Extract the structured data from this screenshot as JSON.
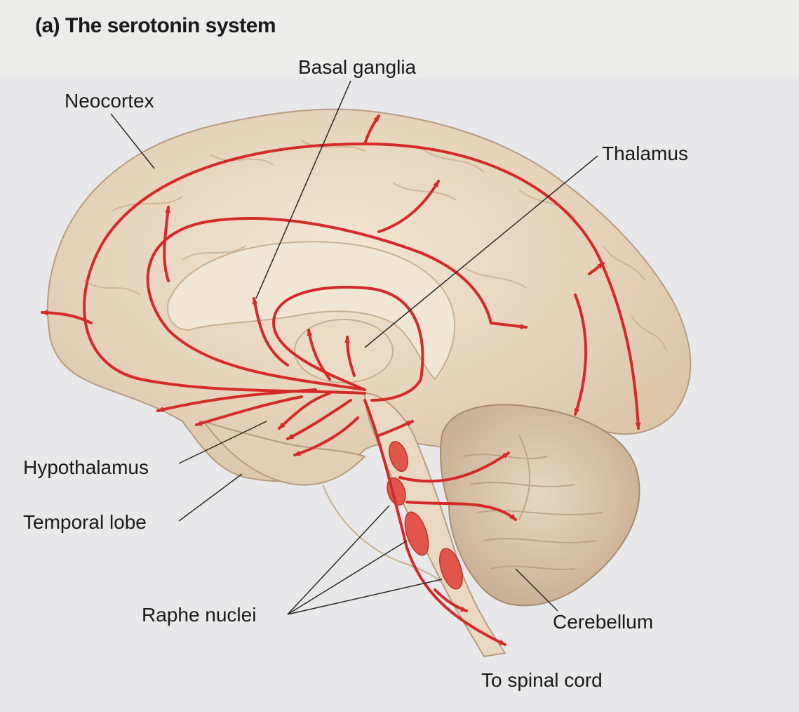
{
  "title": "(a) The serotonin system",
  "labels": {
    "basal_ganglia": "Basal ganglia",
    "neocortex": "Neocortex",
    "thalamus": "Thalamus",
    "hypothalamus": "Hypothalamus",
    "temporal_lobe": "Temporal lobe",
    "raphe_nuclei": "Raphe nuclei",
    "cerebellum": "Cerebellum",
    "to_spinal_cord": "To spinal cord"
  },
  "colors": {
    "pathway": "#d42a2a",
    "brain_fill": "#ecdcc6",
    "brain_outline": "#b79c80",
    "background": "#e8e8ea"
  }
}
